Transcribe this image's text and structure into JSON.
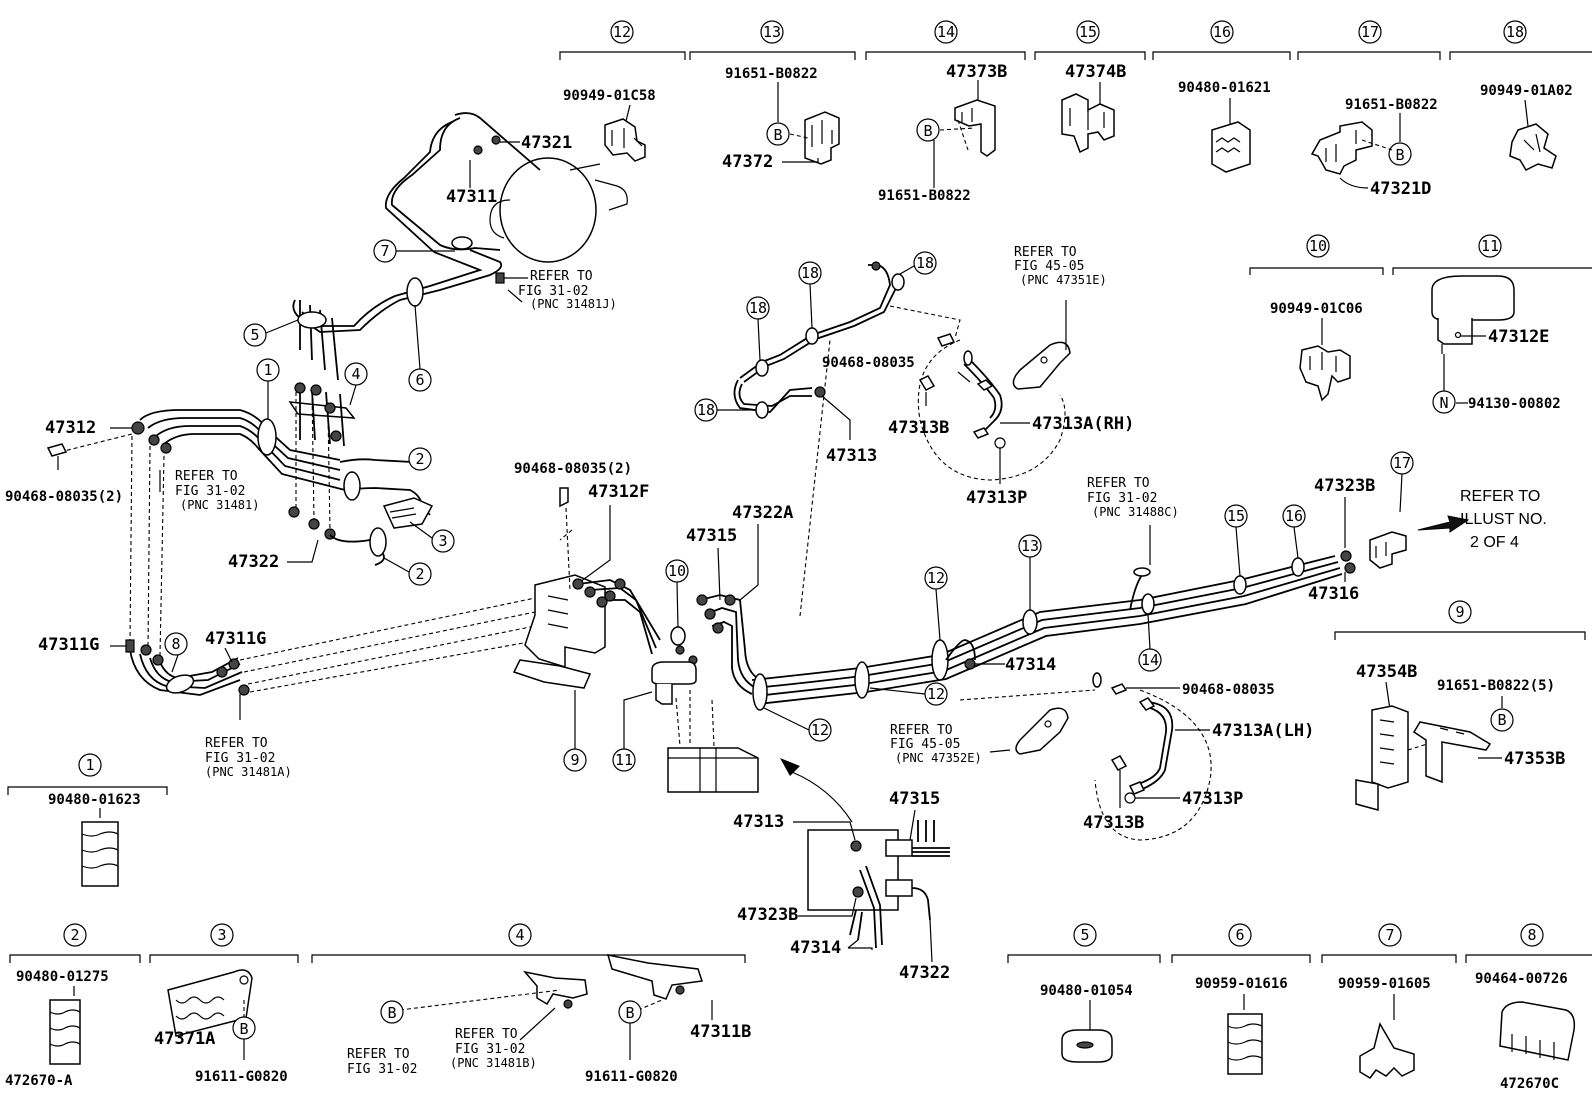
{
  "callouts": {
    "c1": "1",
    "c2": "2",
    "c3": "3",
    "c4": "4",
    "c5": "5",
    "c6": "6",
    "c7": "7",
    "c8": "8",
    "c9": "9",
    "c10": "10",
    "c11": "11",
    "c12": "12",
    "c13": "13",
    "c14": "14",
    "c15": "15",
    "c16": "16",
    "c17": "17",
    "c18": "18",
    "b": "B",
    "n": "N"
  },
  "parts": {
    "p47312": "47312",
    "p47311": "47311",
    "p47321": "47321",
    "p47322": "47322",
    "p47311G": "47311G",
    "p47312F": "47312F",
    "p47315": "47315",
    "p47322A": "47322A",
    "p47313": "47313",
    "p47313B": "47313B",
    "p47313A_RH": "47313A(RH)",
    "p47313P": "47313P",
    "p47314": "47314",
    "p47323B": "47323B",
    "p47316": "47316",
    "p47313A_LH": "47313A(LH)",
    "p47373B": "47373B",
    "p47374B": "47374B",
    "p47372": "47372",
    "p47321D": "47321D",
    "p47312E": "47312E",
    "p47354B": "47354B",
    "p47353B": "47353B",
    "p47371A": "47371A",
    "p47311B": "47311B",
    "n90949_01C58": "90949-01C58",
    "n91651_B0822": "91651-B0822",
    "n90480_01621": "90480-01621",
    "n90949_01A02": "90949-01A02",
    "n90949_01C06": "90949-01C06",
    "n94130_00802": "94130-00802",
    "n90468_08035": "90468-08035",
    "n90468_08035_2": "90468-08035(2)",
    "n91651_B0822_5": "91651-B0822(5)",
    "n90480_01623": "90480-01623",
    "n90480_01275": "90480-01275",
    "n91611_G0820": "91611-G0820",
    "n90480_01054": "90480-01054",
    "n90959_01616": "90959-01616",
    "n90959_01605": "90959-01605",
    "n90464_00726": "90464-00726",
    "code_a": "472670-A",
    "code_c": "472670C"
  },
  "refs": {
    "refer_to": "REFER TO",
    "fig_31_02": "FIG 31-02",
    "fig_45_05": "FIG 45-05",
    "pnc_31481J": "(PNC 31481J)",
    "pnc_31481": "(PNC 31481)",
    "pnc_31481A": "(PNC 31481A)",
    "pnc_31481B": "(PNC 31481B)",
    "pnc_31488C": "(PNC 31488C)",
    "pnc_47351E": "(PNC 47351E)",
    "pnc_47352E": "(PNC 47352E)"
  },
  "note": {
    "line1": "REFER TO",
    "line2": "ILLUST NO.",
    "line3": "2 OF 4"
  }
}
